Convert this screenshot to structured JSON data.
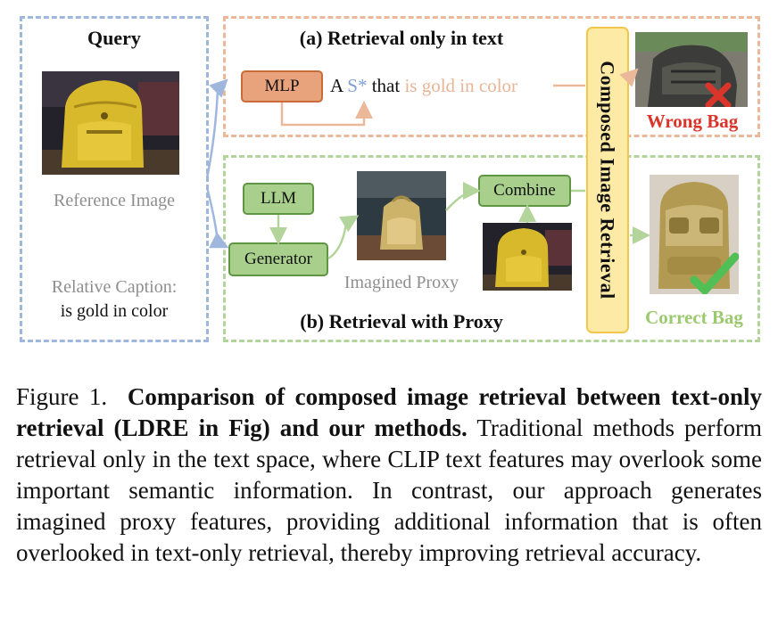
{
  "query": {
    "title": "Query",
    "reference_label": "Reference Image",
    "relative_caption_label": "Relative Caption:",
    "relative_caption_text": "is gold in color"
  },
  "panel_a": {
    "title": "(a) Retrieval only in text",
    "mlp_label": "MLP",
    "text_a": "A",
    "text_token": "S*",
    "text_that": "that",
    "text_attribute": "is gold in color",
    "result_label": "Wrong Bag"
  },
  "panel_b": {
    "title": "(b) Retrieval with Proxy",
    "llm_label": "LLM",
    "generator_label": "Generator",
    "combine_label": "Combine",
    "proxy_label": "Imagined Proxy",
    "result_label": "Correct Bag"
  },
  "cir_label": "Composed Image Retrieval",
  "figure_caption": {
    "prefix": "Figure 1.",
    "bold": "Comparison of composed image retrieval between text-only retrieval (LDRE in Fig) and our methods.",
    "body": "Traditional methods perform retrieval only in the text space, where CLIP text features may overlook some important semantic information. In contrast, our approach generates imagined proxy features, providing additional information that is often overlooked in text-only retrieval, thereby improving retrieval accuracy."
  },
  "colors": {
    "query_dash": "#9fb6dd",
    "panel_a_dash": "#ebb99a",
    "panel_b_dash": "#b3d49a",
    "token_blue": "#7f9fd3",
    "attribute_orange": "#e8b596",
    "wrong_red": "#d9352b",
    "correct_green": "#9bc96e",
    "cir_fill": "#fdeaa4"
  }
}
